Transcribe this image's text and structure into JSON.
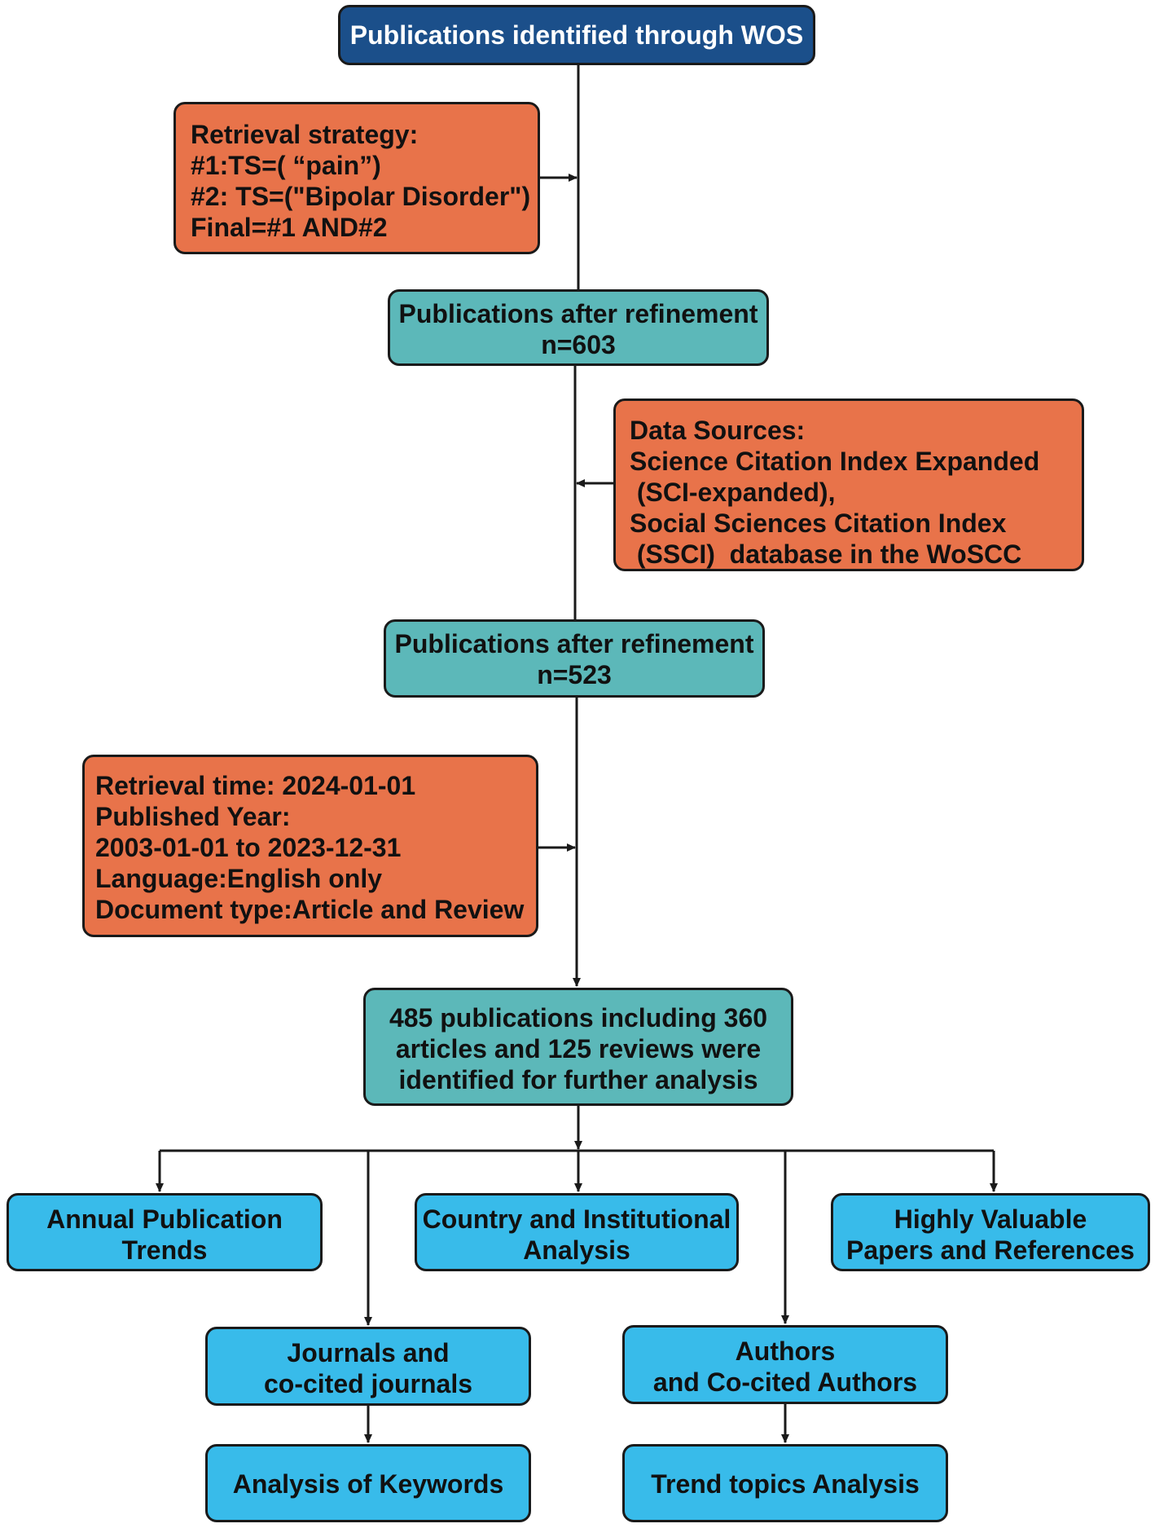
{
  "colors": {
    "header": "#1b4f8a",
    "refinement": "#5cb8b9",
    "criteria": "#e8734a",
    "analysis": "#38bbea",
    "line": "#1a1a1a"
  },
  "header": {
    "lines": [
      "Publications identified through WOS"
    ]
  },
  "retrieval_strategy": {
    "lines": [
      "Retrieval strategy:",
      "#1:TS=( “pain”)",
      "#2: TS=(\"Bipolar Disorder\")",
      "Final=#1 AND#2"
    ]
  },
  "refinement_1": {
    "lines": [
      "Publications after refinement",
      "n=603"
    ]
  },
  "data_sources": {
    "lines": [
      "Data Sources:",
      "Science Citation Index Expanded",
      " (SCI-expanded),",
      "Social Sciences Citation Index",
      " (SSCI)  database in the WoSCC"
    ]
  },
  "refinement_2": {
    "lines": [
      "Publications after refinement",
      "n=523"
    ]
  },
  "filters": {
    "lines": [
      "Retrieval time: 2024-01-01",
      "Published Year:",
      "2003-01-01 to 2023-12-31",
      "Language:English only",
      "Document type:Article and Review"
    ]
  },
  "final_set": {
    "lines": [
      "485 publications including 360",
      "articles and 125 reviews were",
      "identified for further analysis"
    ]
  },
  "analyses": {
    "annual": {
      "lines": [
        "Annual Publication",
        "Trends"
      ]
    },
    "country": {
      "lines": [
        "Country and Institutional",
        "Analysis"
      ]
    },
    "papers": {
      "lines": [
        "Highly Valuable",
        "Papers and References"
      ]
    },
    "journals": {
      "lines": [
        "Journals and",
        "co-cited journals"
      ]
    },
    "authors": {
      "lines": [
        "Authors",
        "and Co-cited Authors"
      ]
    },
    "keywords": {
      "lines": [
        "Analysis of Keywords"
      ]
    },
    "trends": {
      "lines": [
        "Trend topics Analysis"
      ]
    }
  }
}
